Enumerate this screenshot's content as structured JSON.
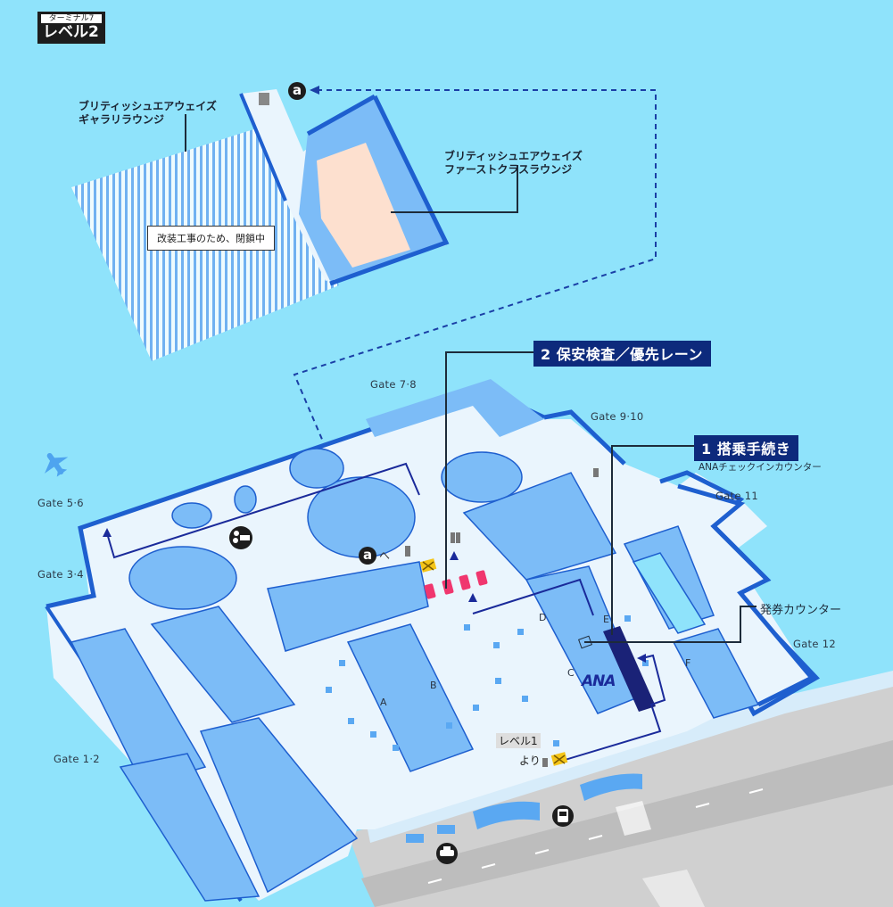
{
  "header": {
    "terminal": "ターミナル7",
    "level": "レベル2"
  },
  "upper_floor": {
    "gallery_lounge": "ブリティッシュエアウェイズ\nギャラリラウンジ",
    "gallery_lounge_line1": "ブリティッシュエアウェイズ",
    "gallery_lounge_line2": "ギャラリラウンジ",
    "closure_note": "改装工事のため、閉鎖中",
    "first_lounge_line1": "ブリティッシュエアウェイズ",
    "first_lounge_line2": "ファーストクラスラウンジ",
    "marker_a": "a"
  },
  "callouts": {
    "checkin": "1 搭乗手続き",
    "checkin_sub": "ANAチェックインカウンター",
    "security": "2 保安検査／優先レーン",
    "ticket_counter": "発券カウンター"
  },
  "gates": {
    "g12": "Gate 1·2",
    "g34": "Gate 3·4",
    "g56": "Gate 5·6",
    "g78": "Gate 7·8",
    "g910": "Gate 9·10",
    "g11": "Gate 11",
    "g12b": "Gate 12"
  },
  "counters": [
    "A",
    "B",
    "C",
    "D",
    "E",
    "F"
  ],
  "markers": {
    "to_a": "a",
    "to_a_suffix": "へ",
    "from_level1": "レベル1",
    "from_suffix": "より",
    "ana_logo": "ANA"
  },
  "icons": {
    "airplane": "airplane-icon",
    "lounge": "lounge-icon",
    "escalator": "escalator-icon",
    "elevator": "elevator-icon",
    "restroom": "restroom-icon",
    "taxi": "taxi-icon",
    "bus": "bus-icon",
    "security_gate": "security-gate-icon"
  },
  "colors": {
    "background": "#8fe3fb",
    "floor": "#eaf5fd",
    "block": "#7cbcf7",
    "wall": "#1e5fcf",
    "callout": "#0d2a7c",
    "security_gate": "#f0366e",
    "lounge_highlight": "#fde0cf",
    "road": "#c9c9c9"
  }
}
